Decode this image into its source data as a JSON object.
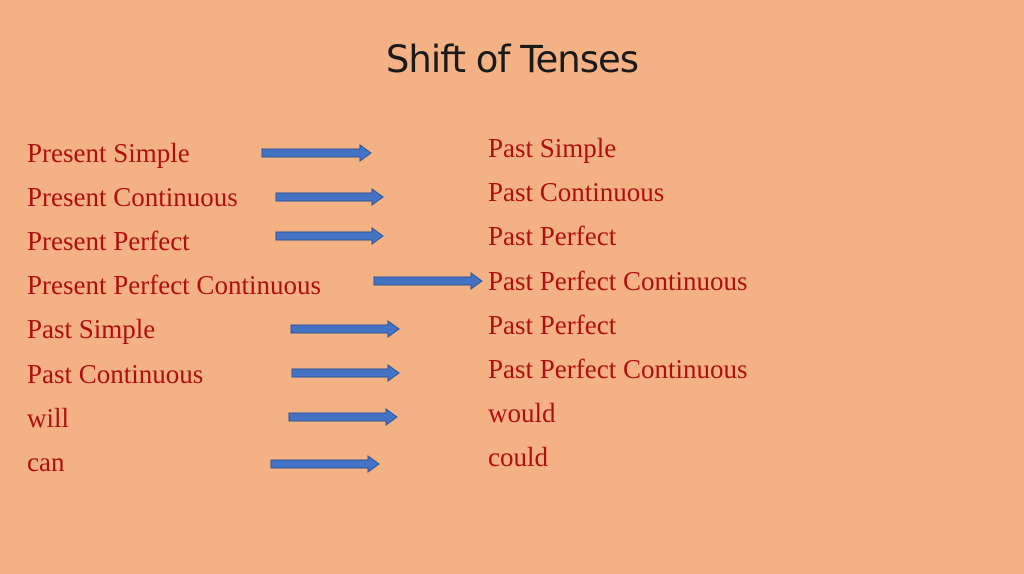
{
  "slide": {
    "title": "Shift of Tenses",
    "background_color": "#f4b183",
    "text_color": "#b00f0f",
    "arrow_color": "#4472c4",
    "left_column": [
      "Present Simple",
      "Present Continuous",
      "Present Perfect",
      "Present Perfect Continuous",
      "Past Simple",
      "Past Continuous",
      "will",
      "can"
    ],
    "right_column": [
      "Past Simple",
      "Past Continuous",
      "Past Perfect",
      "Past Perfect Continuous",
      "Past Perfect",
      "Past Perfect Continuous",
      "would",
      "could"
    ],
    "arrow_icon": "right-arrow-icon"
  }
}
